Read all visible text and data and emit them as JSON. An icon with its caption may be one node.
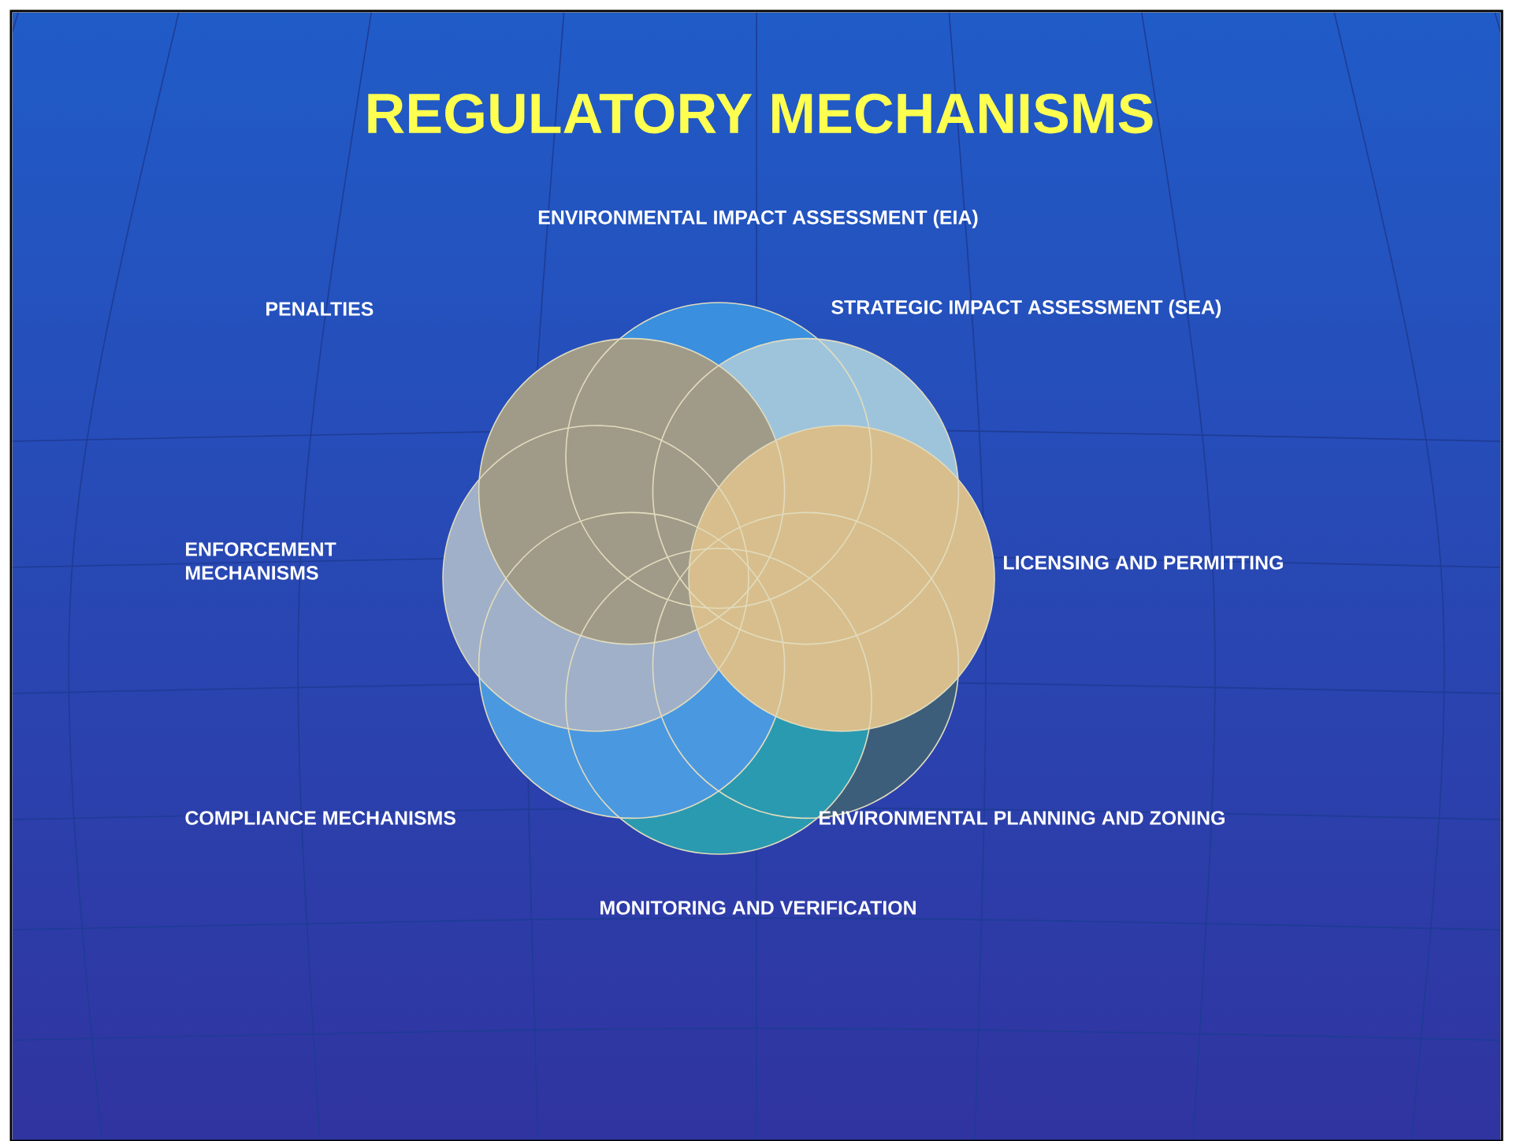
{
  "diagram": {
    "title": "REGULATORY MECHANISMS",
    "labels": [
      "ENVIRONMENTAL IMPACT ASSESSMENT (EIA)",
      "PENALTIES",
      "STRATEGIC IMPACT ASSESSMENT (SEA)",
      "ENFORCEMENT MECHANISMS",
      "LICENSING AND PERMITTING",
      "COMPLIANCE MECHANISMS",
      "ENVIRONMENTAL PLANNING AND ZONING",
      "MONITORING AND VERIFICATION"
    ]
  }
}
